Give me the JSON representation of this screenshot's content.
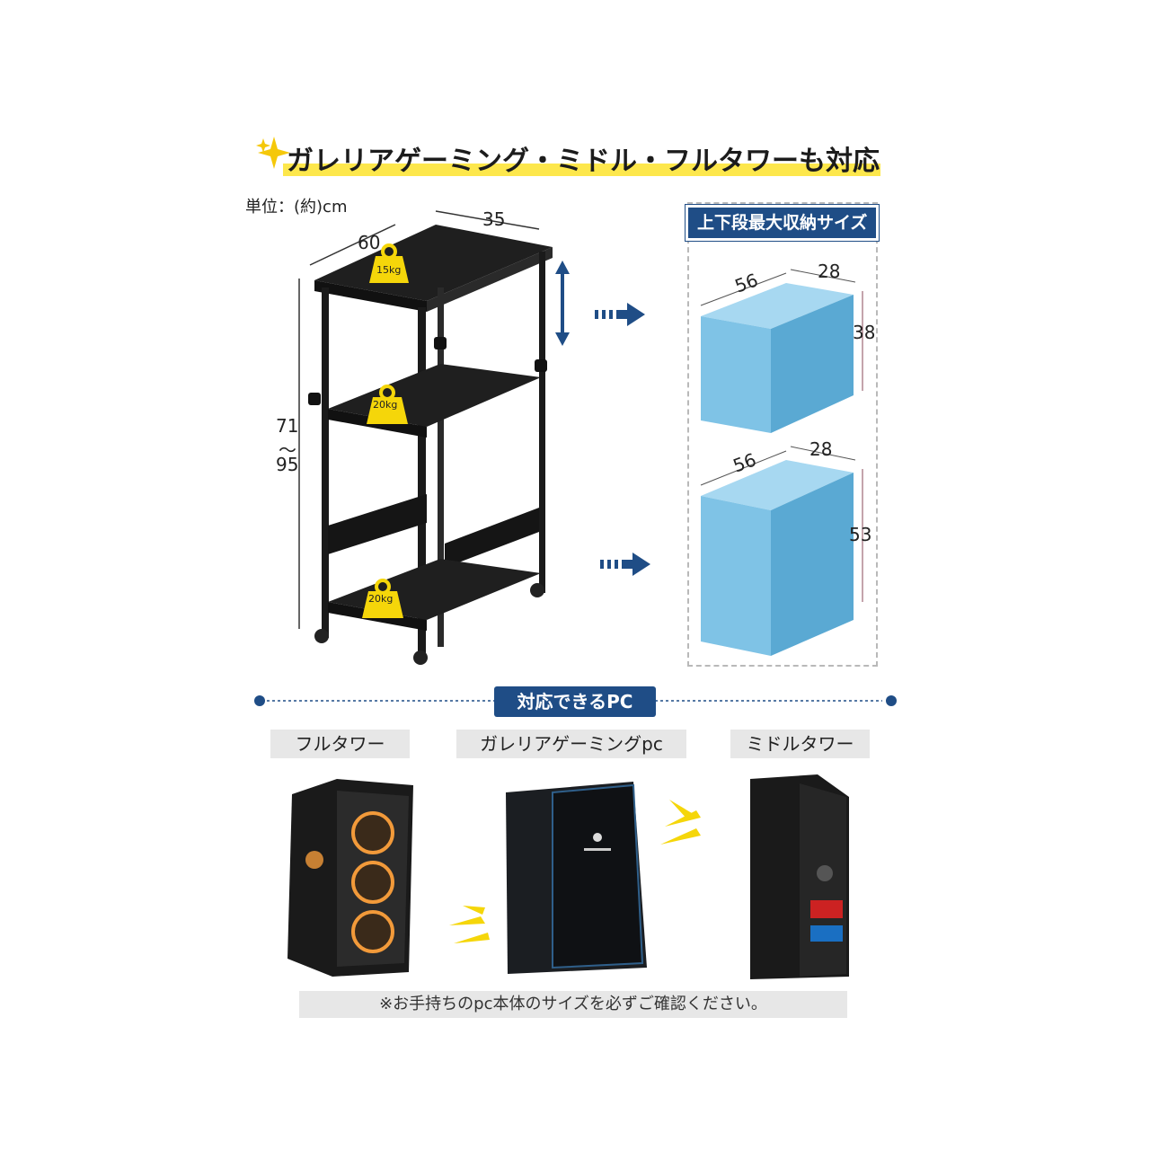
{
  "header": {
    "title": "ガレリアゲーミング・ミドル・フルタワーも対応",
    "unit_label": "単位：(約)cm"
  },
  "rack": {
    "dim_depth": "60",
    "dim_width": "35",
    "dim_height_top": "71",
    "dim_height_sep": "〜",
    "dim_height_bottom": "95",
    "load_top": "15kg",
    "load_middle": "20kg",
    "load_bottom": "20kg"
  },
  "storage": {
    "badge": "上下段最大収納サイズ",
    "upper": {
      "depth": "56",
      "width": "28",
      "height": "38"
    },
    "lower": {
      "depth": "56",
      "width": "28",
      "height": "53"
    }
  },
  "pc_section": {
    "badge": "対応できるPC",
    "items": [
      {
        "label": "フルタワー"
      },
      {
        "label": "ガレリアゲーミングpc"
      },
      {
        "label": "ミドルタワー"
      }
    ],
    "note": "※お手持ちのpc本体のサイズを必ずご確認ください。"
  },
  "colors": {
    "accent_blue": "#1f4d86",
    "highlight_yellow": "#fde74c",
    "box_blue": "#7fc3e6",
    "weight_yellow": "#f5d60a"
  }
}
